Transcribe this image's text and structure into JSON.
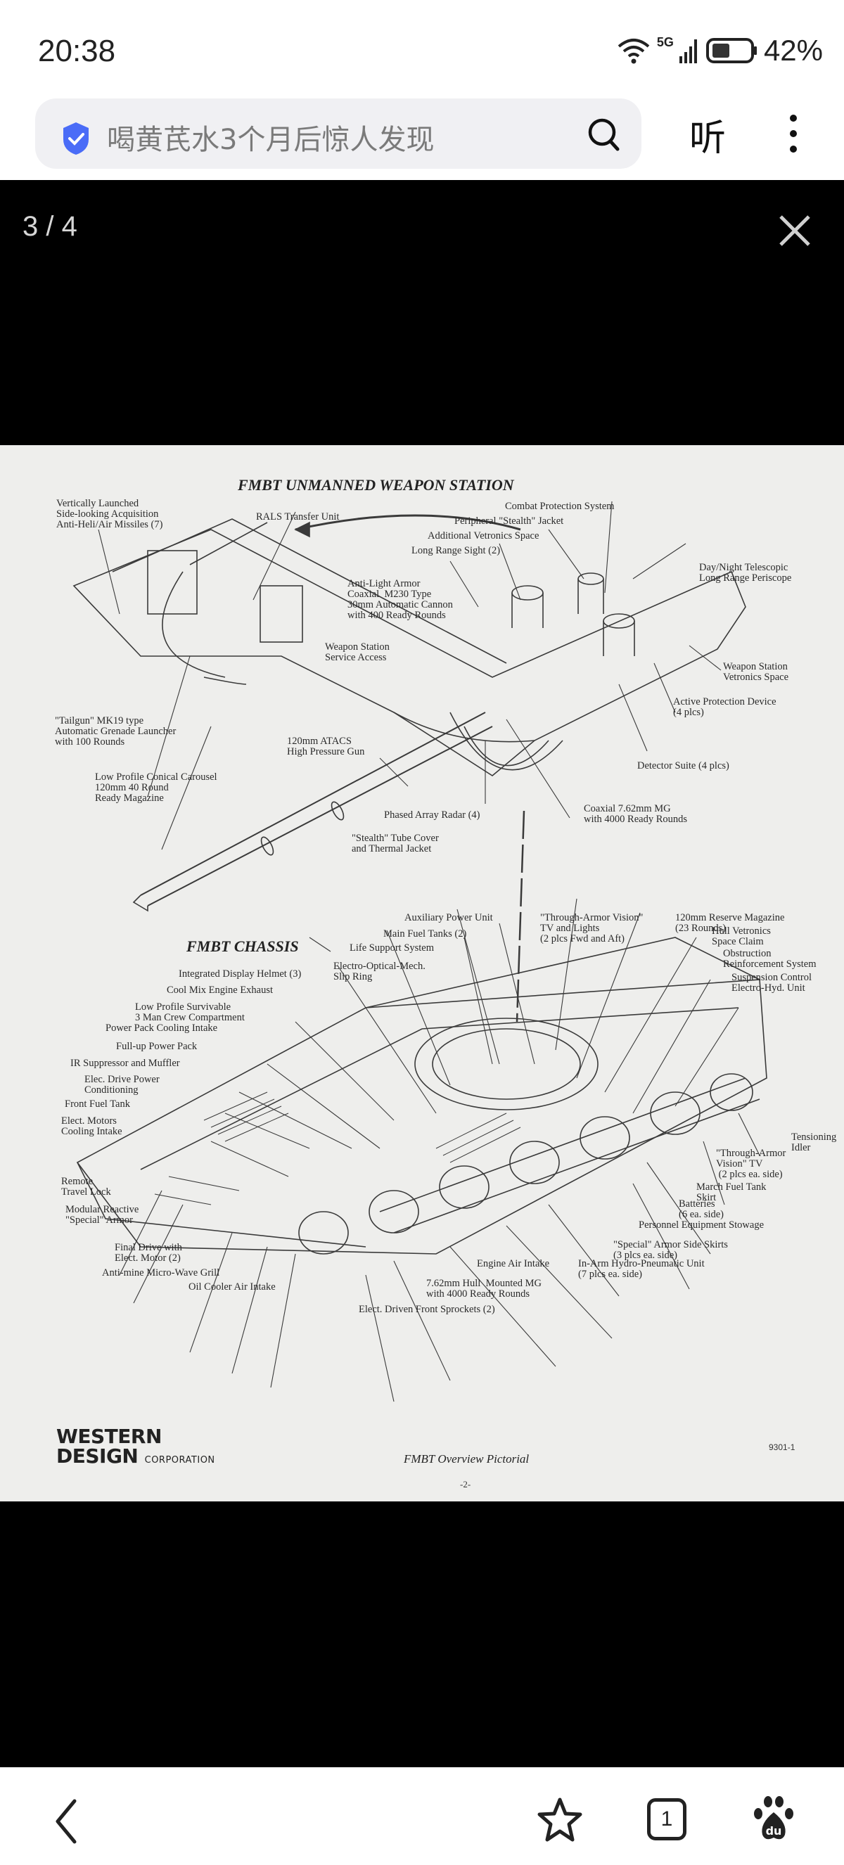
{
  "status_bar": {
    "time": "20:38",
    "network": "5G",
    "battery_percent": "42%",
    "battery_level": 0.42
  },
  "search": {
    "query": "喝黄芪水3个月后惊人发现",
    "listen_label": "听"
  },
  "viewer": {
    "counter": "3 / 4"
  },
  "document": {
    "turret_title": "FMBT UNMANNED WEAPON STATION",
    "chassis_title": "FMBT CHASSIS",
    "turret_labels": [
      "Vertically Launched\nSide-looking Acquisition\nAnti-Heli/Air Missiles (7)",
      "RALS Transfer Unit",
      "Combat Protection System",
      "Peripheral \"Stealth\" Jacket",
      "Additional Vetronics Space",
      "Long Range Sight (2)",
      "Day/Night Telescopic\nLong Range Periscope",
      "Anti-Light Armor\nCoaxial  M230 Type\n30mm Automatic Cannon\nwith 400 Ready Rounds",
      "Weapon Station\nService Access",
      "Weapon Station\nVetronics Space",
      "\"Tailgun\" MK19 type\nAutomatic Grenade Launcher\nwith 100 Rounds",
      "Active Protection Device\n(4 plcs)",
      "120mm ATACS\nHigh Pressure Gun",
      "Detector Suite (4 plcs)",
      "Low Profile Conical Carousel\n120mm 40 Round\nReady Magazine",
      "Coaxial 7.62mm MG\nwith 4000 Ready Rounds",
      "Phased Array Radar (4)",
      "\"Stealth\" Tube Cover\nand Thermal Jacket"
    ],
    "chassis_labels": [
      "Auxiliary Power Unit",
      "\"Through-Armor Vision\"\nTV and Lights\n(2 plcs Fwd and Aft)",
      "120mm Reserve Magazine\n(23 Rounds)",
      "Main Fuel Tanks (2)",
      "Hull Vetronics\nSpace Claim",
      "Life Support System",
      "Obstruction\nReinforcement System",
      "Electro-Optical-Mech.\nSlip Ring",
      "Suspension Control\nElectro-Hyd. Unit",
      "Integrated Display Helmet (3)",
      "Cool Mix Engine Exhaust",
      "Low Profile Survivable\n3 Man Crew Compartment",
      "Power Pack Cooling Intake",
      "Full-up Power Pack",
      "IR Suppressor and Muffler",
      "Elec. Drive Power\nConditioning",
      "Front Fuel Tank",
      "Elect. Motors\nCooling Intake",
      "Tensioning\nIdler",
      "\"Through-Armor\nVision\" TV\n (2 plcs ea. side)",
      "March Fuel Tank\nSkirt",
      "Batteries\n(6 ea. side)",
      "Remote\nTravel Lock",
      "Personnel Equipment Stowage",
      "Modular Reactive\n\"Special\" Armor",
      "\"Special\" Armor Side Skirts\n(3 plcs ea. side)",
      "Final Drive with\nElect. Motor (2)",
      "Engine Air Intake",
      "In-Arm Hydro-Pneumatic Unit\n(7 plcs ea. side)",
      "Anti-mine Micro-Wave Grill",
      "Oil Cooler Air Intake",
      "7.62mm Hull  Mounted MG\nwith 4000 Ready Rounds",
      "Elect. Driven Front Sprockets (2)"
    ],
    "footer": {
      "company_line1": "WESTERN",
      "company_line2": "DESIGN",
      "company_suffix": "CORPORATION",
      "doc_title": "FMBT Overview Pictorial",
      "doc_code": "9301-1",
      "page_number": "-2-"
    }
  },
  "bottom_nav": {
    "tab_count": "1"
  },
  "colors": {
    "accent_shield": "#4a6cf7",
    "viewer_bg": "#000000",
    "paper": "#eeeeec"
  }
}
